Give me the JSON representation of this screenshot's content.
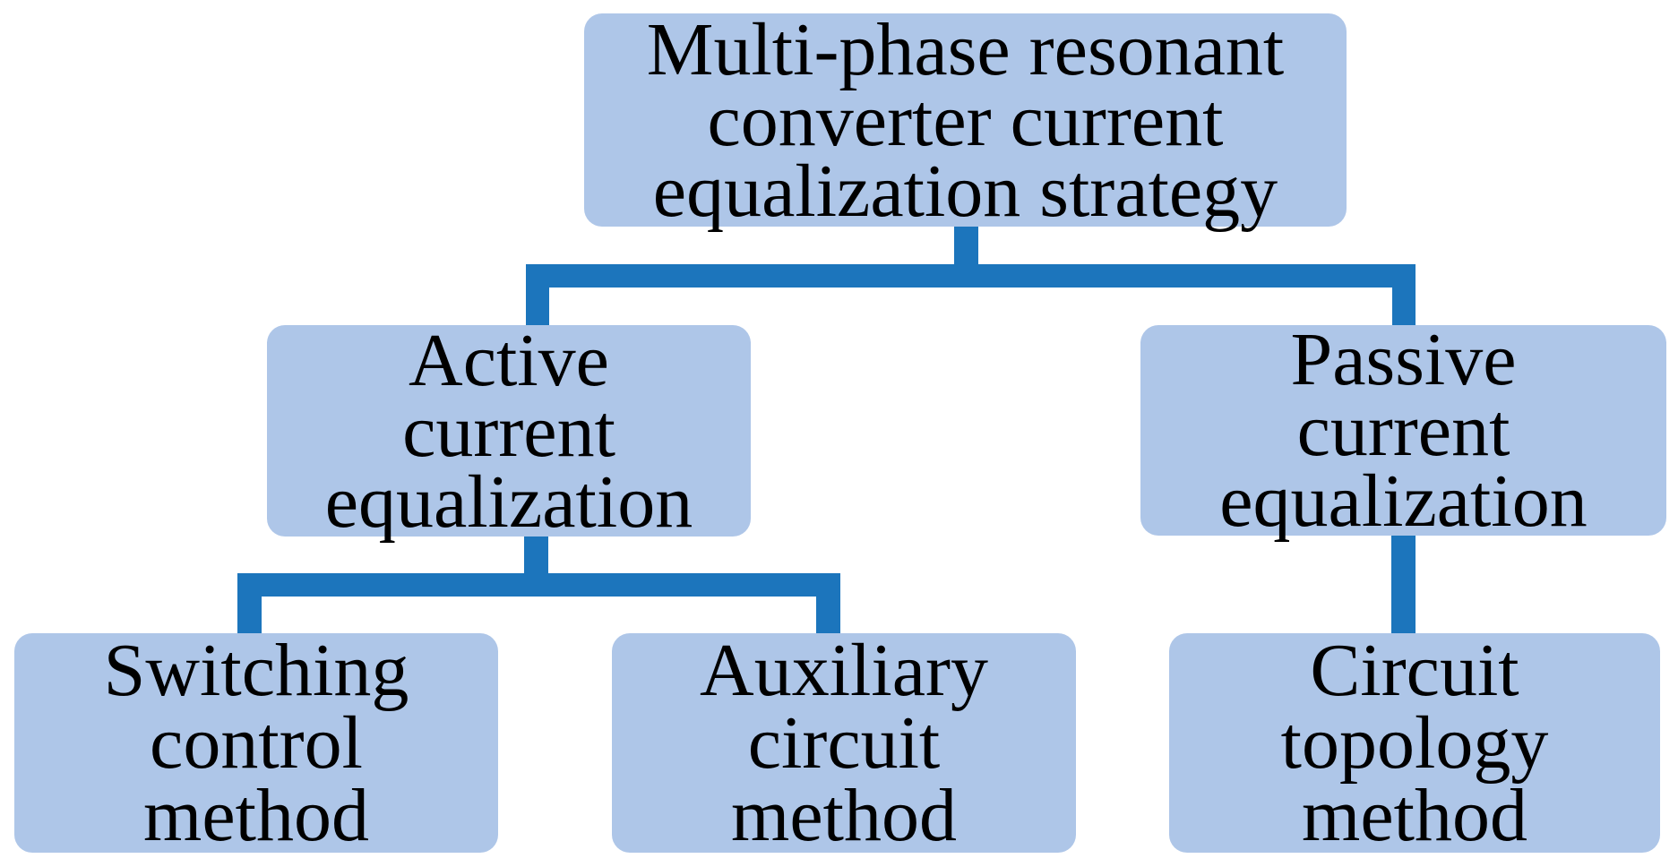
{
  "diagram": {
    "type": "tree-flowchart",
    "colors": {
      "node_fill": "#aec6e8",
      "connector": "#1c75bc",
      "text": "#000000",
      "background": "#ffffff"
    },
    "nodes": {
      "root": {
        "lines": [
          "Multi-phase resonant",
          "converter current",
          "equalization strategy"
        ]
      },
      "active": {
        "lines": [
          "Active",
          "current",
          "equalization"
        ]
      },
      "passive": {
        "lines": [
          "Passive",
          "current",
          "equalization"
        ]
      },
      "switching": {
        "lines": [
          "Switching",
          "control",
          "method"
        ]
      },
      "auxiliary": {
        "lines": [
          "Auxiliary",
          "circuit",
          "method"
        ]
      },
      "circuit": {
        "lines": [
          "Circuit",
          "topology",
          "method"
        ]
      }
    },
    "edges": [
      {
        "from": "root",
        "to": "active"
      },
      {
        "from": "root",
        "to": "passive"
      },
      {
        "from": "active",
        "to": "switching"
      },
      {
        "from": "active",
        "to": "auxiliary"
      },
      {
        "from": "passive",
        "to": "circuit"
      }
    ]
  }
}
